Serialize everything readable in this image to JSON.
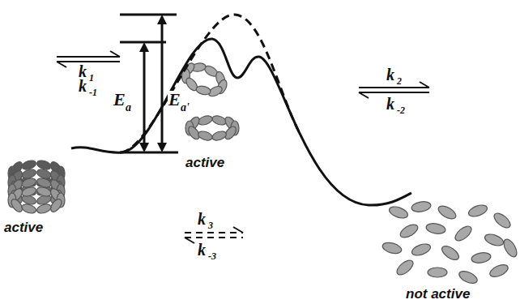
{
  "diagram": {
    "labels": [
      "k",
      "1",
      "k",
      "-1",
      "E",
      "a",
      "E",
      "a'",
      "active",
      "active",
      "k",
      "2",
      "k",
      "-2",
      "k",
      "3",
      "k",
      "-3",
      "not active"
    ]
  }
}
